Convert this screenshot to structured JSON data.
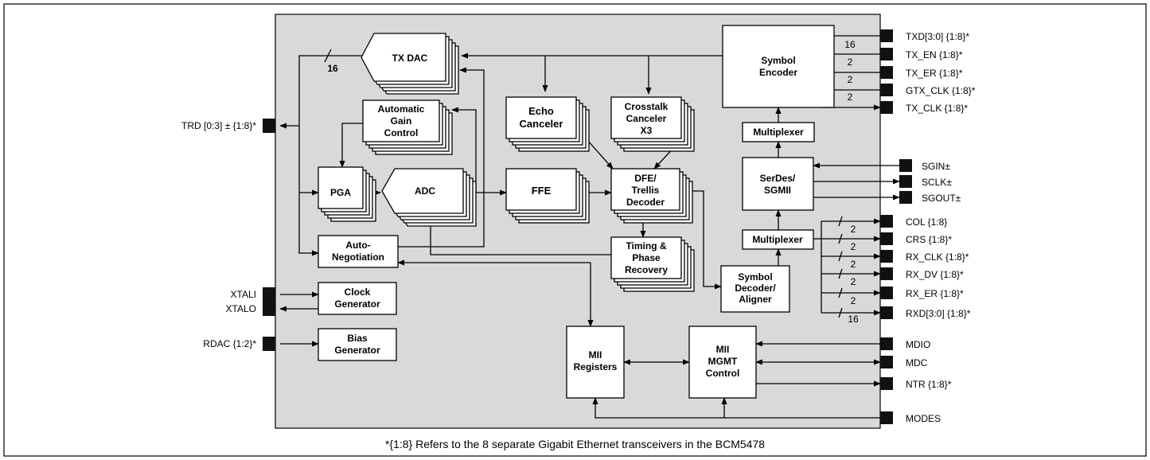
{
  "blocks": {
    "tx_dac": "TX DAC",
    "agc": [
      "Automatic",
      "Gain",
      "Control"
    ],
    "pga": "PGA",
    "adc": "ADC",
    "echo": [
      "Echo",
      "Canceler"
    ],
    "crosstalk": [
      "Crosstalk",
      "Canceler",
      "X3"
    ],
    "ffe": "FFE",
    "dfe": [
      "DFE/",
      "Trellis",
      "Decoder"
    ],
    "timing": [
      "Timing &",
      "Phase",
      "Recovery"
    ],
    "autoneg": [
      "Auto-",
      "Negotiation"
    ],
    "clockgen": [
      "Clock",
      "Generator"
    ],
    "biasgen": [
      "Bias",
      "Generator"
    ],
    "sym_enc": [
      "Symbol",
      "Encoder"
    ],
    "mux_top": "Multiplexer",
    "serdes": [
      "SerDes/",
      "SGMII"
    ],
    "mux_bot": "Multiplexer",
    "sym_dec": [
      "Symbol",
      "Decoder/",
      "Aligner"
    ],
    "mii_reg": [
      "MII",
      "Registers"
    ],
    "mii_mgmt": [
      "MII",
      "MGMT",
      "Control"
    ]
  },
  "pins": {
    "left": {
      "trd": "TRD [0:3] ± {1:8}*",
      "xtali": "XTALI",
      "xtalo": "XTALO",
      "rdac": "RDAC {1:2}*"
    },
    "right": {
      "txd": "TXD[3:0]  {1:8}*",
      "tx_en": "TX_EN  {1:8}*",
      "tx_er": "TX_ER  {1:8}*",
      "gtx_clk": "GTX_CLK  {1:8}*",
      "tx_clk": "TX_CLK  {1:8}*",
      "sgin": "SGIN±",
      "sclk": "SCLK±",
      "sgout": "SGOUT±",
      "col": "COL  {1:8}",
      "crs": "CRS  {1:8}*",
      "rx_clk": "RX_CLK  {1:8}*",
      "rx_dv": "RX_DV  {1:8}*",
      "rx_er": "RX_ER  {1:8}*",
      "rxd": "RXD[3:0]  {1:8}*",
      "mdio": "MDIO",
      "mdc": "MDC",
      "ntr": "NTR  {1:8}*",
      "modes": "MODES"
    }
  },
  "bus_widths": {
    "tx_dac_bus": "16",
    "txd": "16",
    "tx_en": "2",
    "tx_er": "2",
    "gtx_clk": "2",
    "col": "2",
    "crs": "2",
    "rx_clk": "2",
    "rx_dv": "2",
    "rx_er": "2",
    "rxd": "16"
  },
  "footnote": "*{1:8} Refers to the 8 separate Gigabit Ethernet transceivers in the BCM5478",
  "colors": {
    "chip_fill": "#d9d9d9",
    "block_fill": "#ffffff",
    "line": "#000000"
  }
}
